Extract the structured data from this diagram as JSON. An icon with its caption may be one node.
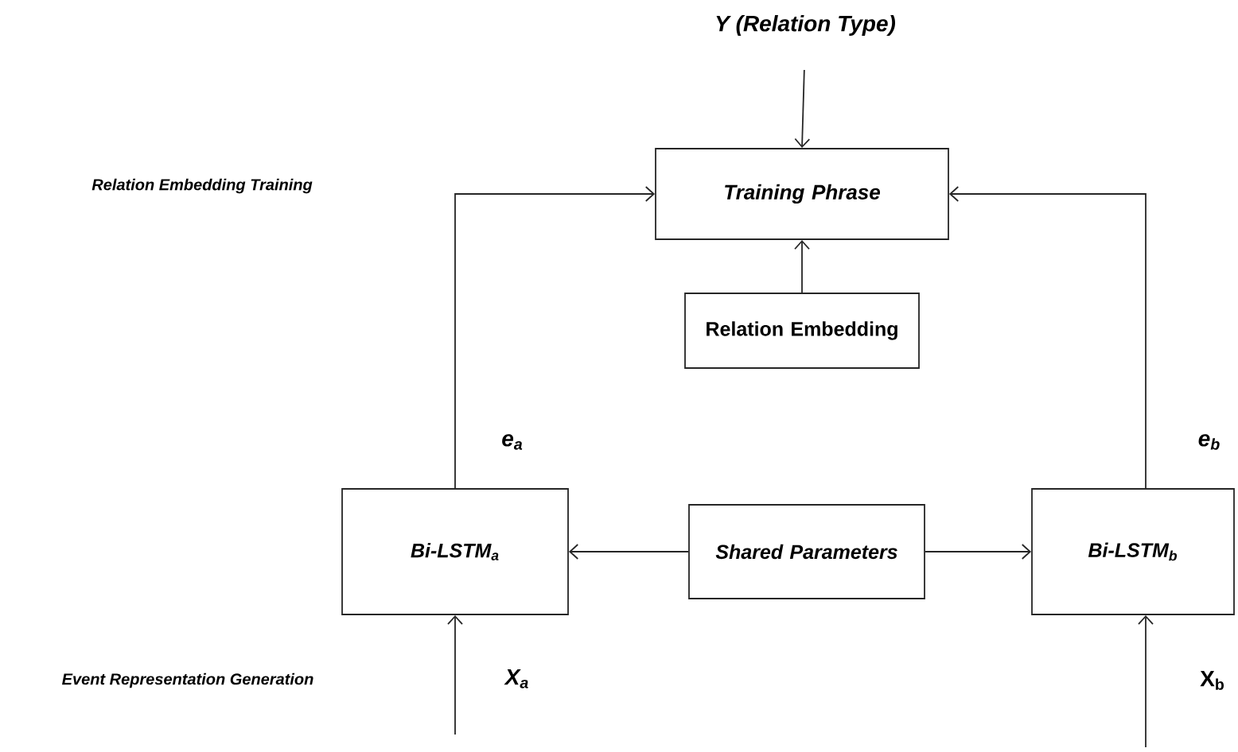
{
  "diagram": {
    "nodes": [
      {
        "text": [
          "Y (Relation Type)"
        ]
      },
      {
        "text": [
          "Training Phrase"
        ]
      },
      {
        "text": [
          "Relation Embedding"
        ]
      },
      {
        "text": [
          "Bi-LSTM$_{a}$"
        ]
      },
      {
        "text": [
          "Shared Parameters"
        ]
      },
      {
        "text": [
          "Bi-LSTM$_{b}$"
        ]
      }
    ],
    "edges": [
      {
        "from": 0,
        "to": 1,
        "arrow": "to"
      },
      {
        "from": 2,
        "to": 1,
        "arrow": "to"
      },
      {
        "from": 3,
        "to": 1,
        "arrow": "to",
        "label": "e$_{a}$"
      },
      {
        "from": 5,
        "to": 1,
        "arrow": "to",
        "label": "e$_{b}$"
      },
      {
        "from": 4,
        "to": 3,
        "arrow": "to"
      },
      {
        "from": 4,
        "to": 5,
        "arrow": "to"
      },
      {
        "from": null,
        "to": 3,
        "arrow": "to",
        "label": "X$_{a}$"
      },
      {
        "from": null,
        "to": 5,
        "arrow": "to",
        "label": "X$_{b}$"
      }
    ],
    "labels": [
      "Relation Embedding Training",
      "Event Representation Generation"
    ]
  }
}
